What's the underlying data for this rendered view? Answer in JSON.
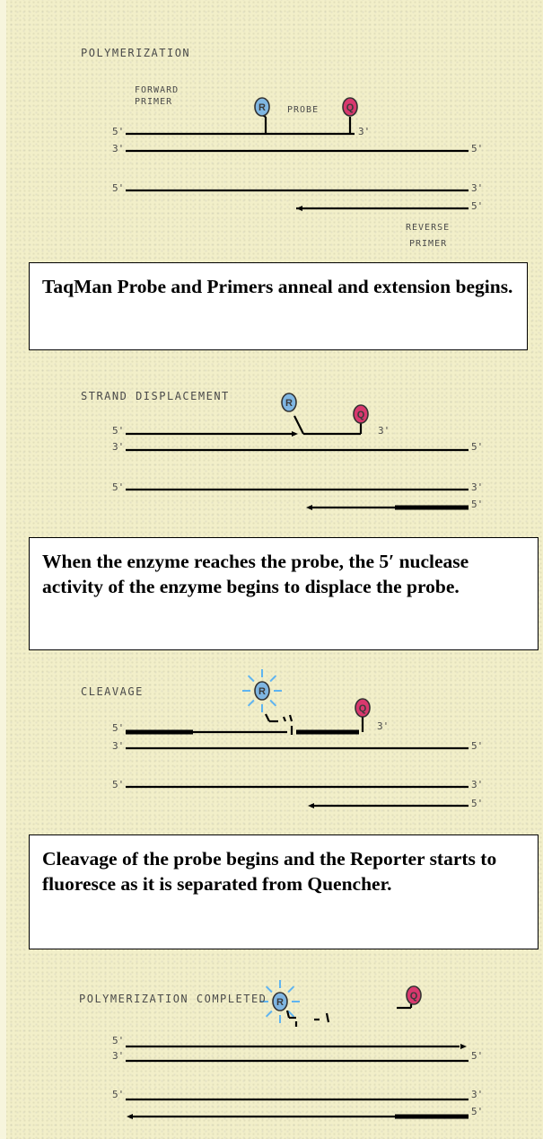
{
  "panels": [
    {
      "title": "POLYMERIZATION",
      "labels": {
        "forward_primer_line1": "FORWARD",
        "forward_primer_line2": "PRIMER",
        "probe": "PROBE",
        "reverse_primer_line1": "REVERSE",
        "reverse_primer_line2": "PRIMER"
      },
      "caption": "TaqMan Probe and Primers anneal and extension begins."
    },
    {
      "title": "STRAND DISPLACEMENT",
      "caption": "When the enzyme reaches the probe, the 5′ nuclease activity of the enzyme begins to displace the probe."
    },
    {
      "title": "CLEAVAGE",
      "caption": "Cleavage of the probe begins and the Reporter starts to fluoresce as it is separated from Quencher."
    },
    {
      "title": "POLYMERIZATION COMPLETED"
    }
  ],
  "strand_ends": {
    "five_prime": "5'",
    "three_prime": "3'"
  },
  "dyes": {
    "reporter": {
      "letter": "R",
      "color": "#7fb6e2"
    },
    "quencher": {
      "letter": "Q",
      "color": "#d8386e"
    },
    "glow_color": "#5fb4f0"
  }
}
